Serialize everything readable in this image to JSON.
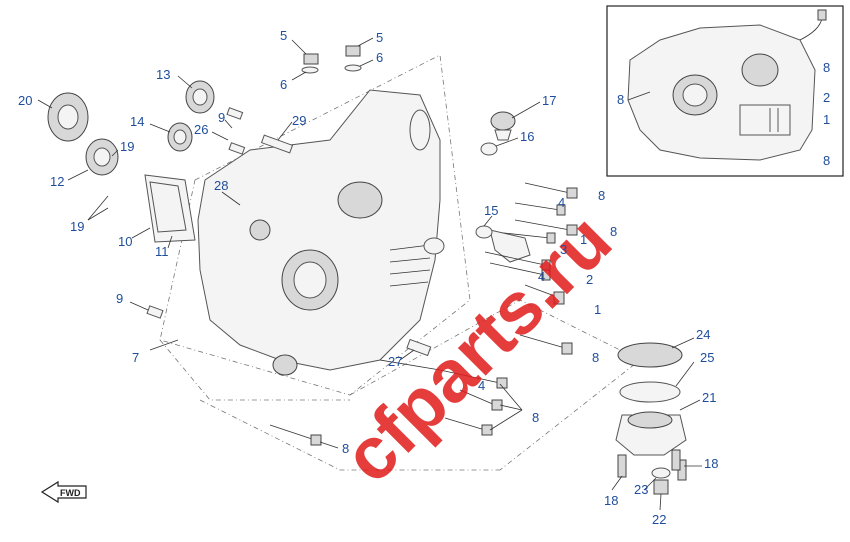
{
  "watermark": "cfparts.ru",
  "direction_label": "FWD",
  "inset_callouts": [
    "8",
    "8",
    "2",
    "1",
    "8"
  ],
  "callouts": [
    "20",
    "13",
    "14",
    "26",
    "9",
    "5",
    "5",
    "6",
    "6",
    "29",
    "17",
    "16",
    "19",
    "12",
    "28",
    "19",
    "10",
    "11",
    "15",
    "8",
    "4",
    "1",
    "8",
    "3",
    "2",
    "4",
    "1",
    "9",
    "7",
    "27",
    "8",
    "4",
    "8",
    "8",
    "24",
    "25",
    "21",
    "18",
    "18",
    "23",
    "22"
  ],
  "colors": {
    "callout": "#1f4e9c",
    "watermark": "#e11b1b",
    "line": "#555555"
  }
}
